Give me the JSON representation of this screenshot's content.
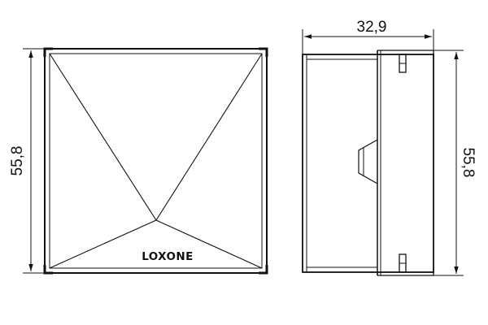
{
  "front_view": {
    "height_dimension": "55,8",
    "brand_label": "LOXONE"
  },
  "side_view": {
    "width_dimension": "32,9",
    "height_dimension": "55,8"
  }
}
